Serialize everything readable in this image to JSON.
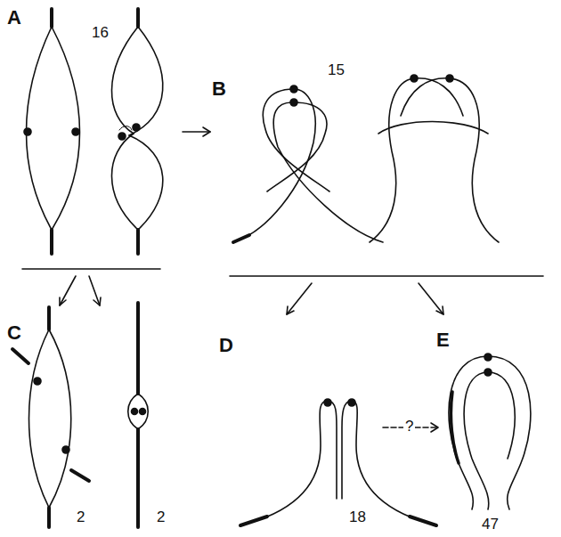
{
  "diagram": {
    "labels": [
      "A",
      "16",
      "B",
      "15",
      "C",
      "2",
      "2",
      "D",
      "18",
      "E",
      "?",
      "47"
    ]
  }
}
